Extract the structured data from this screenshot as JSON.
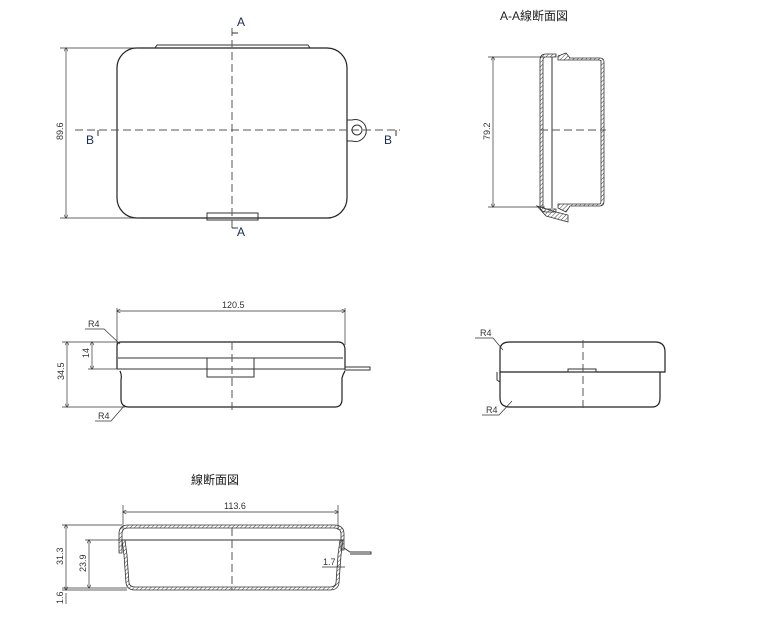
{
  "top_view": {
    "section_a_label": "A",
    "section_b_label": "B",
    "height_dim": "89.6"
  },
  "section_aa": {
    "title": "A-A線断面図",
    "height_dim": "79.2"
  },
  "front_view": {
    "width_dim": "120.5",
    "total_height_dim": "34.5",
    "lid_height_dim": "14",
    "radius_top": "R4",
    "radius_bottom": "R4"
  },
  "side_view": {
    "radius_top": "R4",
    "radius_bottom": "R4"
  },
  "cross_section": {
    "title": "線断面図",
    "width_dim": "113.6",
    "outer_height_dim": "31.3",
    "inner_height_dim": "23.9",
    "base_dim": "1.6",
    "wall_dim": "1.7"
  }
}
